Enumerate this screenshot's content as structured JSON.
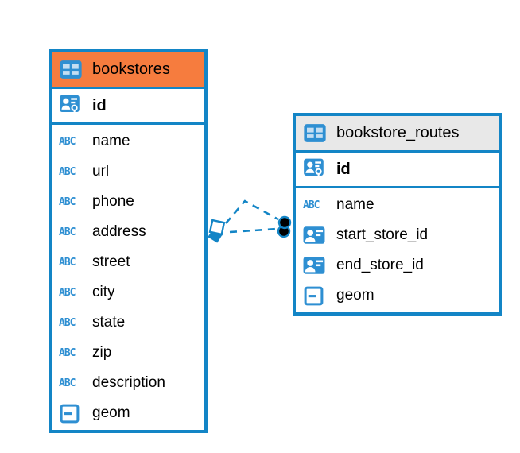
{
  "diagram": {
    "background_color": "#ffffff",
    "accent_blue": "#1385c6",
    "icon_blue": "#2e8fd2",
    "tables": [
      {
        "name": "bookstores",
        "header_color": "#f67c3e",
        "header_icon": "table-icon",
        "primary_key": {
          "name": "id",
          "icon": "person-key-icon"
        },
        "columns": [
          {
            "name": "name",
            "icon": "abc-icon"
          },
          {
            "name": "url",
            "icon": "abc-icon"
          },
          {
            "name": "phone",
            "icon": "abc-icon"
          },
          {
            "name": "address",
            "icon": "abc-icon"
          },
          {
            "name": "street",
            "icon": "abc-icon"
          },
          {
            "name": "city",
            "icon": "abc-icon"
          },
          {
            "name": "state",
            "icon": "abc-icon"
          },
          {
            "name": "zip",
            "icon": "abc-icon"
          },
          {
            "name": "description",
            "icon": "abc-icon"
          },
          {
            "name": "geom",
            "icon": "geometry-icon"
          }
        ]
      },
      {
        "name": "bookstore_routes",
        "header_color": "#e8e8e8",
        "header_icon": "table-icon",
        "primary_key": {
          "name": "id",
          "icon": "person-key-icon"
        },
        "columns": [
          {
            "name": "name",
            "icon": "abc-icon"
          },
          {
            "name": "start_store_id",
            "icon": "person-card-icon"
          },
          {
            "name": "end_store_id",
            "icon": "person-card-icon"
          },
          {
            "name": "geom",
            "icon": "geometry-icon"
          }
        ]
      }
    ],
    "relations": {
      "line_style": "dashed",
      "line_color": "#1385c6",
      "source_marker": "diamond",
      "target_marker": "filled-circle",
      "connections": [
        {
          "from_table": "bookstores",
          "to_table": "bookstore_routes"
        },
        {
          "from_table": "bookstores",
          "to_table": "bookstore_routes"
        }
      ]
    }
  },
  "icons": {
    "abc_label": "ABC"
  }
}
